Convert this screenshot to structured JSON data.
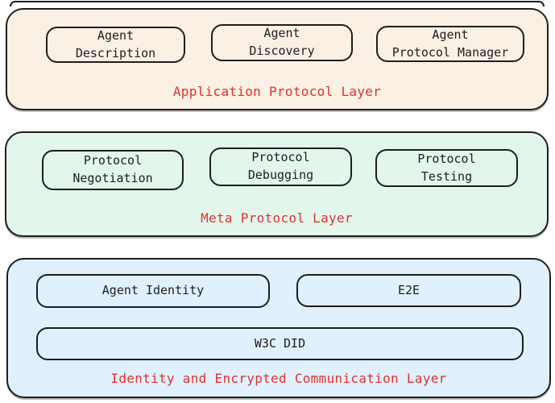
{
  "colors": {
    "background": "#ffffff",
    "border": "#1e1e1e",
    "text": "#1e1e1e",
    "label": "#e03131",
    "app_layer_bg": "#fbf0e4",
    "meta_layer_bg": "#e2f6ec",
    "identity_layer_bg": "#e0f0fc"
  },
  "layers": [
    {
      "label": "Application Protocol Layer",
      "boxes": [
        {
          "lines": [
            "Agent",
            "Description"
          ]
        },
        {
          "lines": [
            "Agent",
            "Discovery"
          ]
        },
        {
          "lines": [
            "Agent",
            "Protocol Manager"
          ]
        }
      ]
    },
    {
      "label": "Meta Protocol Layer",
      "boxes": [
        {
          "lines": [
            "Protocol",
            "Negotiation"
          ]
        },
        {
          "lines": [
            "Protocol",
            "Debugging"
          ]
        },
        {
          "lines": [
            "Protocol",
            "Testing"
          ]
        }
      ]
    },
    {
      "label": "Identity and Encrypted Communication Layer",
      "boxes": [
        {
          "lines": [
            "Agent Identity"
          ]
        },
        {
          "lines": [
            "E2E"
          ]
        },
        {
          "lines": [
            "W3C DID"
          ]
        }
      ]
    }
  ]
}
